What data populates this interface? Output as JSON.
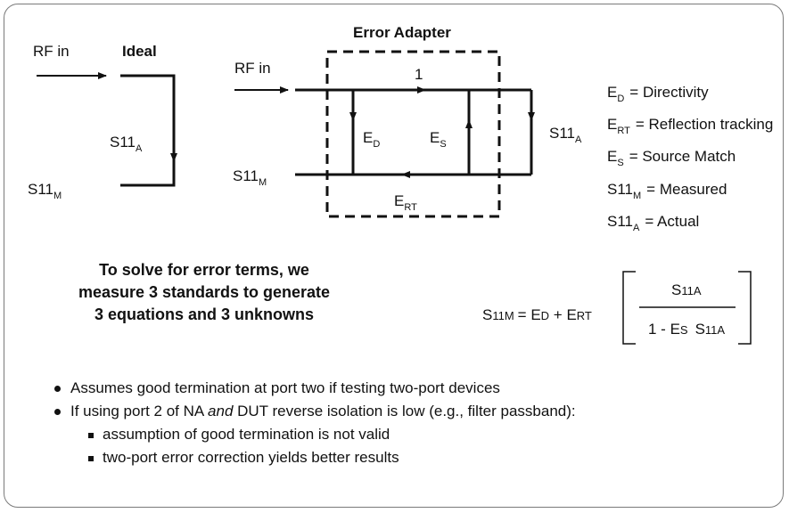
{
  "ideal": {
    "rf_in": "RF in",
    "title": "Ideal",
    "s11a": "S11",
    "s11a_sub": "A",
    "s11m": "S11",
    "s11m_sub": "M"
  },
  "adapter": {
    "title": "Error Adapter",
    "rf_in": "RF in",
    "one": "1",
    "ed": "E",
    "ed_sub": "D",
    "es": "E",
    "es_sub": "S",
    "ert": "E",
    "ert_sub": "RT",
    "s11a": "S11",
    "s11a_sub": "A",
    "s11m": "S11",
    "s11m_sub": "M"
  },
  "legend": [
    {
      "sym": "E",
      "sub": "D",
      "desc": "= Directivity"
    },
    {
      "sym": "E",
      "sub": "RT",
      "desc": "= Reflection tracking"
    },
    {
      "sym": "E",
      "sub": "S",
      "desc": "= Source Match"
    },
    {
      "sym": "S11",
      "sub": "M",
      "desc": "= Measured"
    },
    {
      "sym": "S11",
      "sub": "A",
      "desc": "= Actual"
    }
  ],
  "solve_text": [
    "To solve for error terms, we",
    "measure 3 standards to generate",
    "3 equations and 3 unknowns"
  ],
  "equation": {
    "lhs_s": "S",
    "lhs_rest": "11M",
    "eq": "= ",
    "ed_e": "E",
    "ed_rest": "D",
    "plus": " + ",
    "ert_e": "E",
    "ert_rest": "RT",
    "num_s": "S",
    "num_rest": "11A",
    "den_one": "1 - ",
    "den_e": "E",
    "den_erest": "S",
    "den_s": "S",
    "den_srest": "11A"
  },
  "bullets": {
    "b1": "Assumes good termination at port two if testing two-port devices",
    "b2_pre": "If using port 2 of NA ",
    "b2_em": "and",
    "b2_post": " DUT reverse isolation is low (e.g., filter passband):",
    "sub1": "assumption of good termination is not valid",
    "sub2": "two-port error correction yields better results"
  },
  "colors": {
    "line": "#111111",
    "border": "#7a7a7a"
  }
}
